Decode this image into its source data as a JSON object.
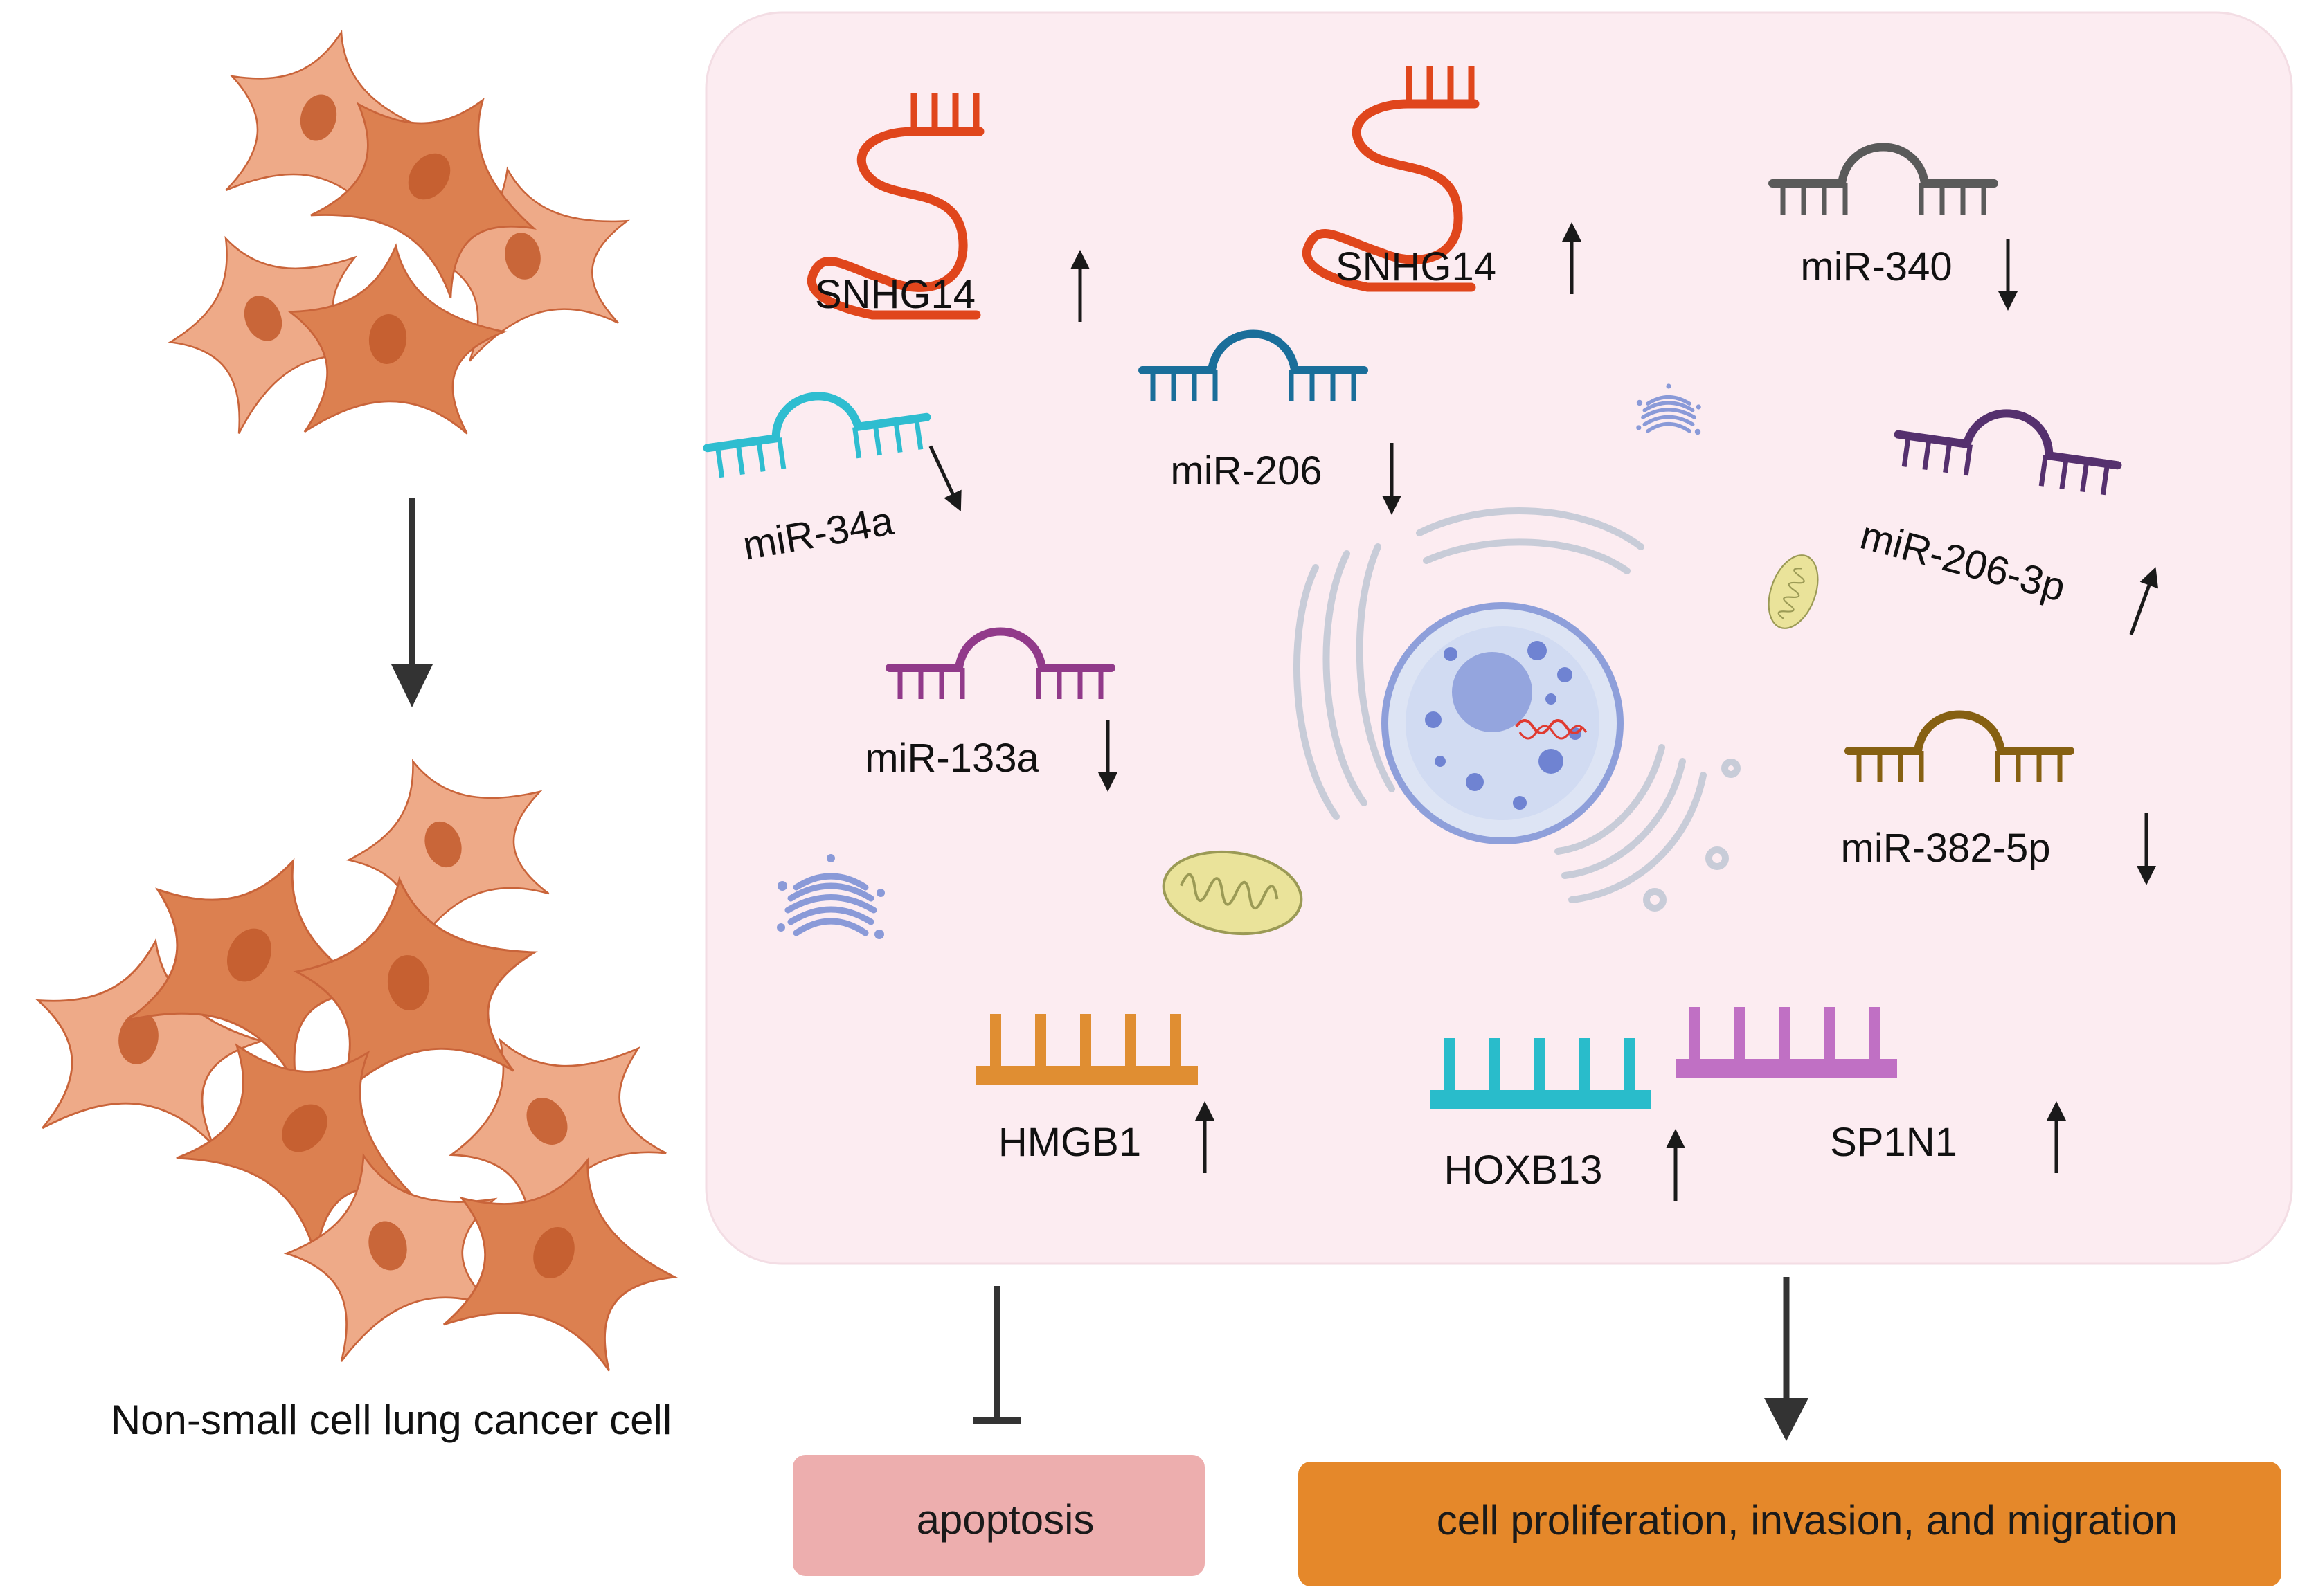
{
  "left_panel": {
    "caption": "Non-small cell lung cancer cell"
  },
  "molecules": {
    "snhg14_a": "SNHG14",
    "snhg14_b": "SNHG14",
    "mir_340": "miR-340",
    "mir_34a": "miR-34a",
    "mir_206": "miR-206",
    "mir_206_3p": "miR-206-3p",
    "mir_133a": "miR-133a",
    "mir_382_5p": "miR-382-5p",
    "hmgb1": "HMGB1",
    "hoxb13": "HOXB13",
    "sp1n1": "SP1N1"
  },
  "regulation": {
    "snhg14_a": "up",
    "snhg14_b": "up",
    "mir_340": "down",
    "mir_34a": "down",
    "mir_206": "down",
    "mir_206_3p": "up",
    "mir_133a": "down",
    "mir_382_5p": "down",
    "hmgb1": "up",
    "hoxb13": "up",
    "sp1n1": "up"
  },
  "outcomes": {
    "apoptosis": "apoptosis",
    "proliferation": "cell proliferation, invasion, and migration"
  },
  "colors": {
    "panel_bg": "#fcecf1",
    "cell_dark": "#dc8050",
    "cell_light": "#eeaa88",
    "snhg14": "#e0461c",
    "mir_340": "#5a5a5a",
    "mir_34a": "#2fbdd0",
    "mir_206": "#1a6e9a",
    "mir_206_3p": "#55306e",
    "mir_133a": "#913a8a",
    "mir_382_5p": "#866012",
    "hmgb1": "#e08e32",
    "hoxb13": "#29bccb",
    "sp1n1": "#c070c4",
    "apoptosis_box": "#edaeae",
    "proliferation_box": "#e5882a"
  },
  "icons": [
    "cell-icon",
    "lncrna-icon",
    "mirna-icon",
    "mrna-icon",
    "nucleus-icon",
    "endoplasmic-reticulum-icon",
    "golgi-icon",
    "mitochondrion-icon",
    "up-arrow-icon",
    "down-arrow-icon",
    "inhibition-arrow-icon"
  ]
}
